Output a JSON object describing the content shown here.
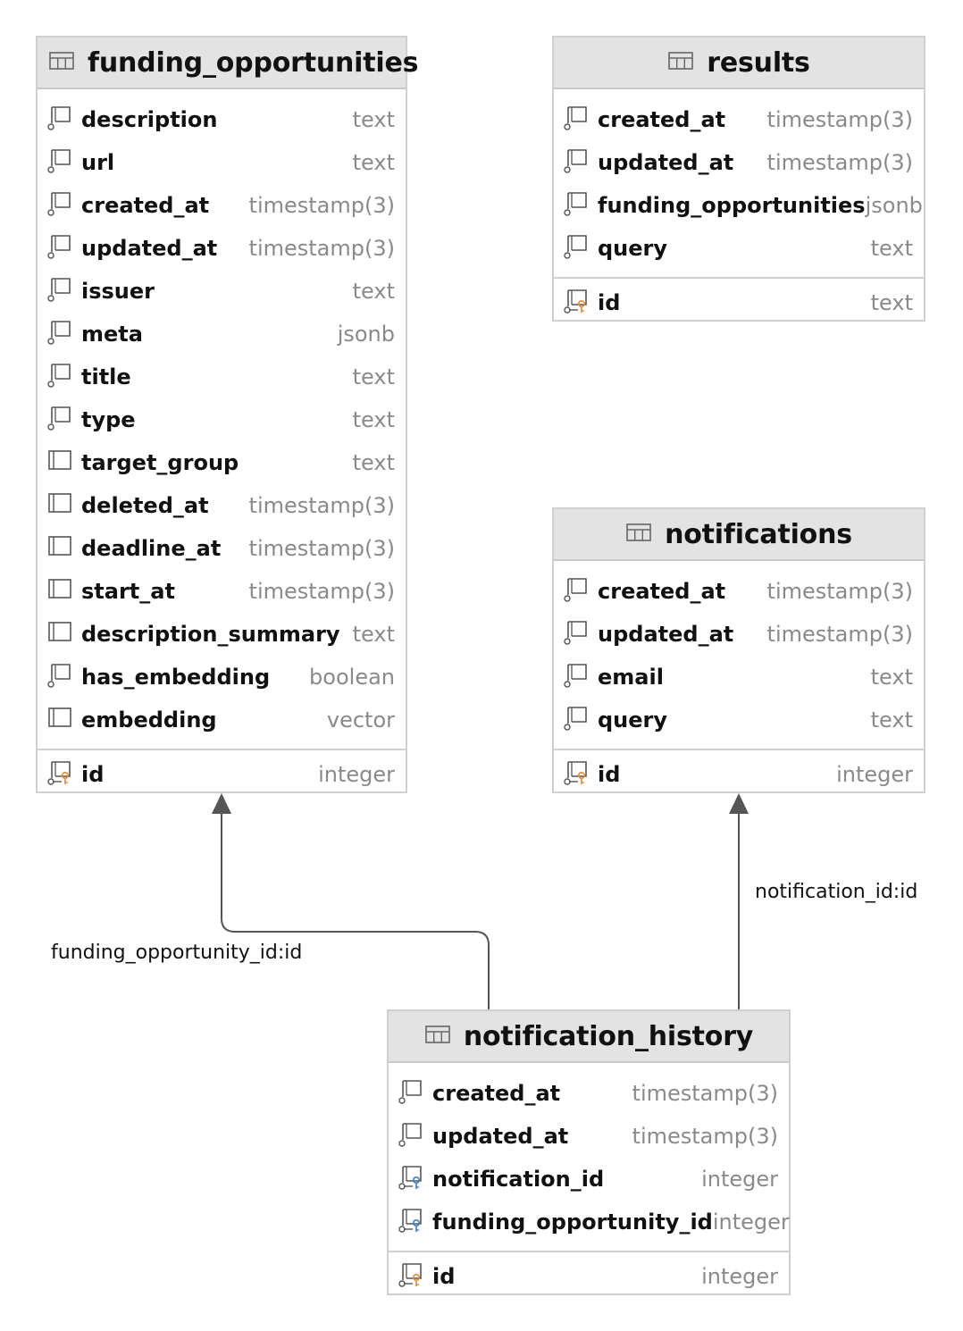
{
  "tables": {
    "funding_opportunities": {
      "title": "funding_opportunities",
      "columns": [
        {
          "name": "description",
          "type": "text",
          "icon": "column-icon"
        },
        {
          "name": "url",
          "type": "text",
          "icon": "column-icon"
        },
        {
          "name": "created_at",
          "type": "timestamp(3)",
          "icon": "column-icon"
        },
        {
          "name": "updated_at",
          "type": "timestamp(3)",
          "icon": "column-icon"
        },
        {
          "name": "issuer",
          "type": "text",
          "icon": "column-icon"
        },
        {
          "name": "meta",
          "type": "jsonb",
          "icon": "column-icon"
        },
        {
          "name": "title",
          "type": "text",
          "icon": "column-icon"
        },
        {
          "name": "type",
          "type": "text",
          "icon": "column-icon"
        },
        {
          "name": "target_group",
          "type": "text",
          "icon": "nullable-column-icon"
        },
        {
          "name": "deleted_at",
          "type": "timestamp(3)",
          "icon": "nullable-column-icon"
        },
        {
          "name": "deadline_at",
          "type": "timestamp(3)",
          "icon": "nullable-column-icon"
        },
        {
          "name": "start_at",
          "type": "timestamp(3)",
          "icon": "nullable-column-icon"
        },
        {
          "name": "description_summary",
          "type": "text",
          "icon": "nullable-column-icon"
        },
        {
          "name": "has_embedding",
          "type": "boolean",
          "icon": "column-icon"
        },
        {
          "name": "embedding",
          "type": "vector",
          "icon": "nullable-column-icon"
        }
      ],
      "pk": {
        "name": "id",
        "type": "integer",
        "icon": "primary-key-icon"
      }
    },
    "results": {
      "title": "results",
      "columns": [
        {
          "name": "created_at",
          "type": "timestamp(3)",
          "icon": "column-icon"
        },
        {
          "name": "updated_at",
          "type": "timestamp(3)",
          "icon": "column-icon"
        },
        {
          "name": "funding_opportunities",
          "type": "jsonb",
          "icon": "column-icon"
        },
        {
          "name": "query",
          "type": "text",
          "icon": "column-icon"
        }
      ],
      "pk": {
        "name": "id",
        "type": "text",
        "icon": "primary-key-icon"
      }
    },
    "notifications": {
      "title": "notifications",
      "columns": [
        {
          "name": "created_at",
          "type": "timestamp(3)",
          "icon": "column-icon"
        },
        {
          "name": "updated_at",
          "type": "timestamp(3)",
          "icon": "column-icon"
        },
        {
          "name": "email",
          "type": "text",
          "icon": "column-icon"
        },
        {
          "name": "query",
          "type": "text",
          "icon": "column-icon"
        }
      ],
      "pk": {
        "name": "id",
        "type": "integer",
        "icon": "primary-key-icon"
      }
    },
    "notification_history": {
      "title": "notification_history",
      "columns": [
        {
          "name": "created_at",
          "type": "timestamp(3)",
          "icon": "column-icon"
        },
        {
          "name": "updated_at",
          "type": "timestamp(3)",
          "icon": "column-icon"
        },
        {
          "name": "notification_id",
          "type": "integer",
          "icon": "foreign-key-icon"
        },
        {
          "name": "funding_opportunity_id",
          "type": "integer",
          "icon": "foreign-key-icon"
        }
      ],
      "pk": {
        "name": "id",
        "type": "integer",
        "icon": "primary-key-icon"
      }
    }
  },
  "relations": [
    {
      "label": "funding_opportunity_id:id",
      "from": "notification_history",
      "to": "funding_opportunities"
    },
    {
      "label": "notification_id:id",
      "from": "notification_history",
      "to": "notifications"
    }
  ],
  "colors": {
    "header_bg": "#e3e3e3",
    "border": "#d0d0d0",
    "type_text": "#8a8a8a",
    "pk_key": "#e8892b",
    "fk_key": "#3b7fd4",
    "edge": "#555555"
  }
}
